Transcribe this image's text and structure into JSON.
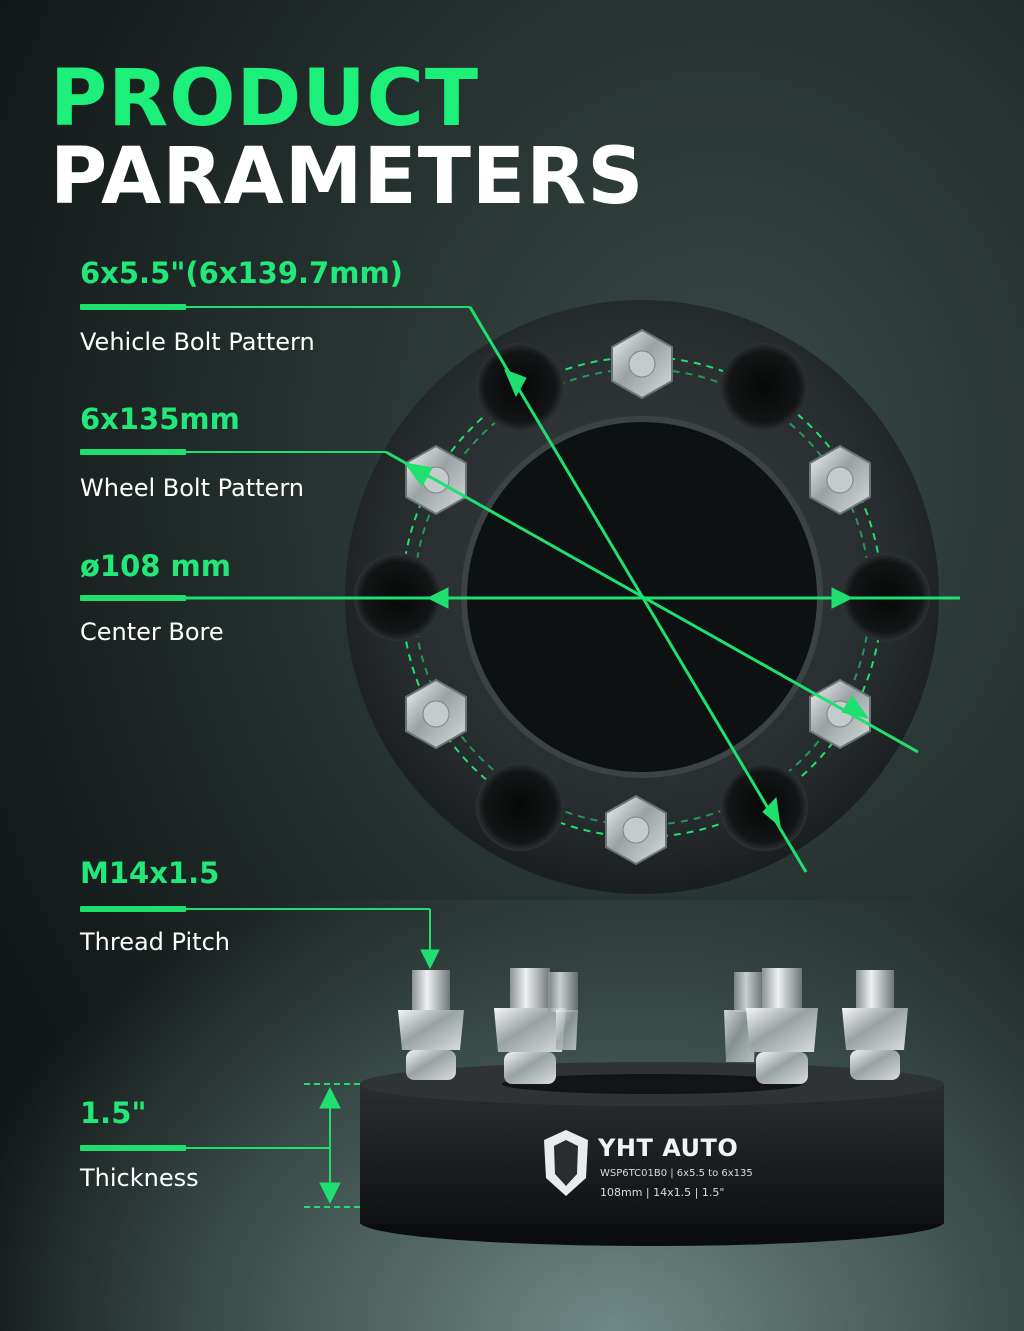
{
  "title": {
    "line1": "PRODUCT",
    "line2": "PARAMETERS"
  },
  "parameters": [
    {
      "value": "6x5.5\"(6x139.7mm)",
      "label": "Vehicle Bolt Pattern"
    },
    {
      "value": "6x135mm",
      "label": "Wheel Bolt Pattern"
    },
    {
      "value": "ø108 mm",
      "label": "Center Bore"
    },
    {
      "value": "M14x1.5",
      "label": "Thread Pitch"
    },
    {
      "value": "1.5\"",
      "label": "Thickness"
    }
  ],
  "brand": {
    "name": "YHT AUTO",
    "spec_line1": "WSP6TC01B0 | 6x5.5 to 6x135",
    "spec_line2": "108mm | 14x1.5 | 1.5\""
  },
  "colors": {
    "accent": "#1fe06f",
    "title_green": "#1cf07a",
    "text": "#ffffff",
    "spacer_body": "#1b1d1f"
  }
}
